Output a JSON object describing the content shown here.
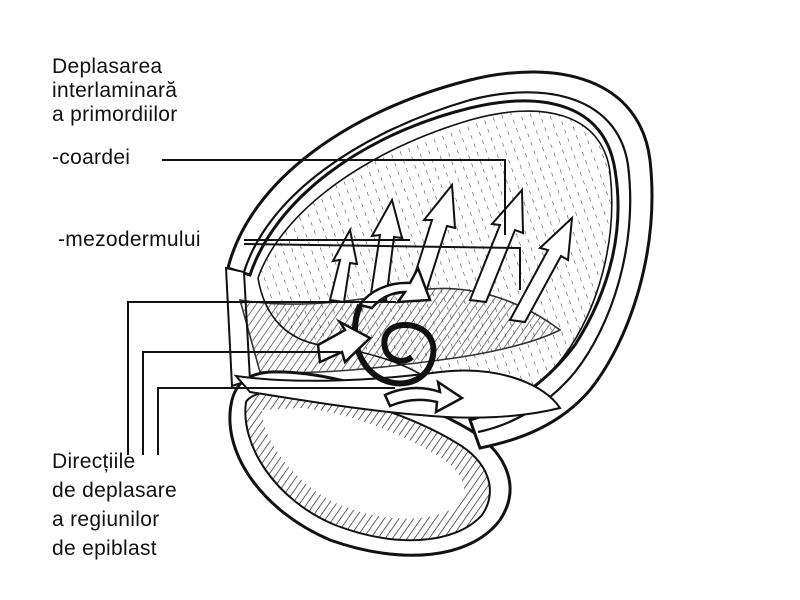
{
  "labels": {
    "title": [
      "Deplasarea",
      "interlaminară",
      "a primordiilor"
    ],
    "coardei": "-coardei",
    "mezodermului": "-mezodermului",
    "directions": [
      "Direcțiile",
      "de deplasare",
      "a regiunilor",
      "de epiblast"
    ]
  },
  "colors": {
    "ink": "#111111",
    "background": "#ffffff",
    "cavity": "#ffffff"
  }
}
